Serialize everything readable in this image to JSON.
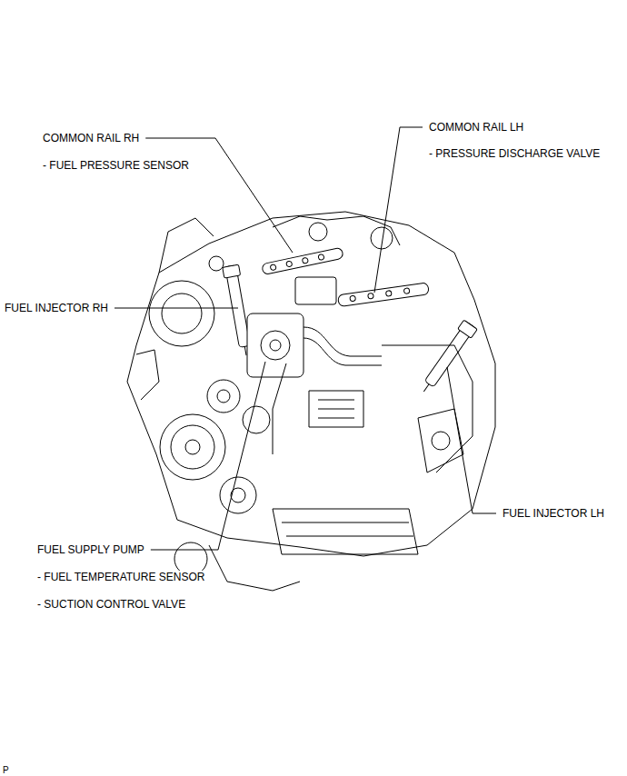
{
  "diagram": {
    "labels": [
      "COMMON RAIL RH",
      "- FUEL PRESSURE SENSOR",
      "COMMON RAIL LH",
      "- PRESSURE DISCHARGE VALVE",
      "FUEL INJECTOR RH",
      "FUEL INJECTOR LH",
      "FUEL SUPPLY PUMP",
      "- FUEL TEMPERATURE SENSOR",
      "- SUCTION CONTROL VALVE",
      "P"
    ]
  }
}
